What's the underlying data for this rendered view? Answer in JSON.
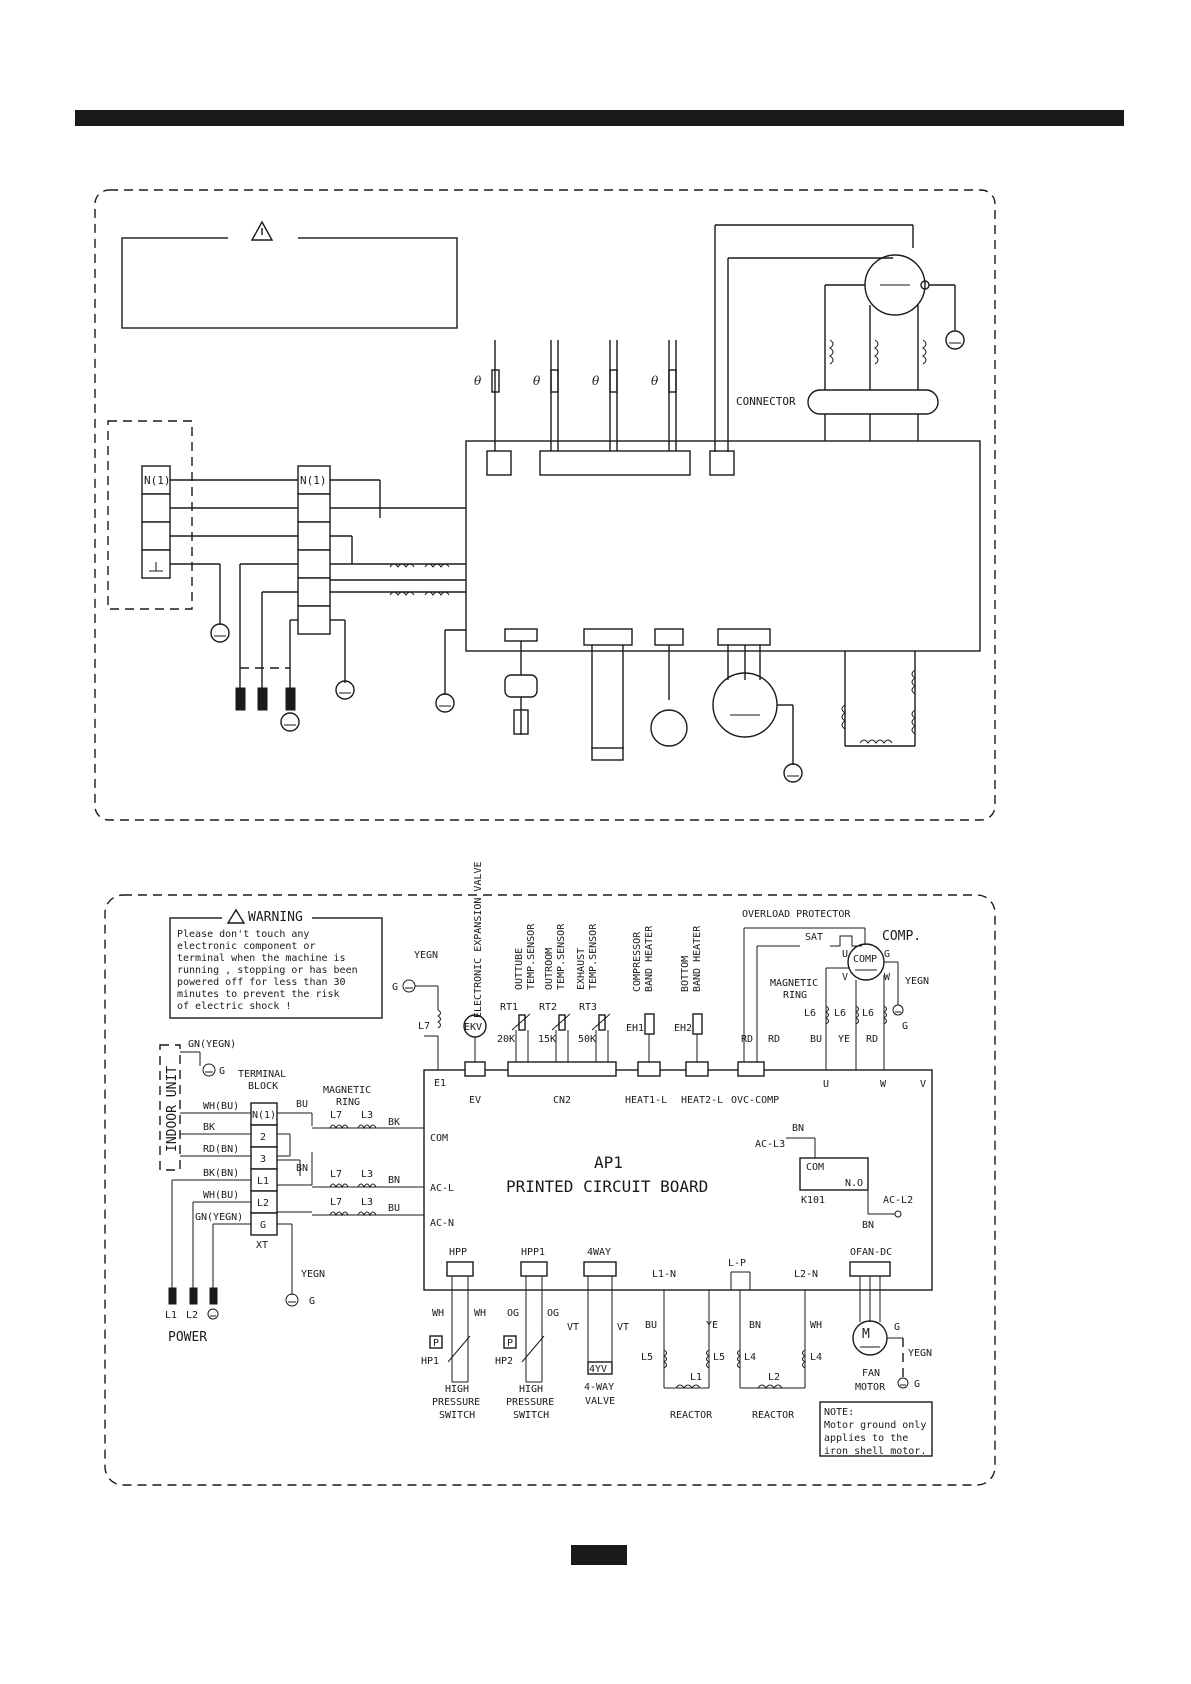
{
  "warning": {
    "title": "WARNING",
    "lines": [
      "Please don't touch any",
      "electronic component or",
      "terminal when the machine is",
      "running , stopping or has been",
      "powered off for less than 30",
      "minutes to prevent the risk",
      "of electric shock !"
    ]
  },
  "upper": {
    "connector": "CONNECTOR",
    "terminal_n1": "N(1)",
    "sensor_symbol": "θ"
  },
  "lower": {
    "indoor_unit": "INDOOR UNIT",
    "gn_yegn_top": "GN(YEGN)",
    "g": "G",
    "terminal_block": [
      "TERMINAL",
      "BLOCK"
    ],
    "magnetic_ring_left": [
      "MAGNETIC",
      "RING"
    ],
    "wire_labels": [
      "WH(BU)",
      "BK",
      "RD(BN)",
      "BK(BN)",
      "WH(BU)",
      "GN(YEGN)"
    ],
    "terminals": [
      "N(1)",
      "2",
      "3",
      "L1",
      "L2",
      "G"
    ],
    "xt": "XT",
    "yegn": "YEGN",
    "power": "POWER",
    "power_terms": [
      "L1",
      "L2"
    ],
    "bu": "BU",
    "bn": "BN",
    "bk": "BK",
    "l7": "L7",
    "l3": "L3",
    "com": "COM",
    "ac_l": "AC-L",
    "ac_n": "AC-N",
    "e1": "E1",
    "ev": "EV",
    "cn2": "CN2",
    "heat1": "HEAT1-L",
    "heat2": "HEAT2-L",
    "ovc": "OVC-COMP",
    "uvwv": [
      "U",
      "W",
      "V"
    ],
    "pcb_title": "AP1",
    "pcb_sub": "PRINTED CIRCUIT BOARD",
    "ekv_label": "ELECTRONIC EXPANSION VALVE",
    "ekv": "EKV",
    "sensors": [
      {
        "label1": "OUTTUBE",
        "label2": "TEMP.SENSOR",
        "id": "RT1",
        "val": "20K"
      },
      {
        "label1": "OUTROOM",
        "label2": "TEMP.SENSOR",
        "id": "RT2",
        "val": "15K"
      },
      {
        "label1": "EXHAUST",
        "label2": "TEMP.SENSOR",
        "id": "RT3",
        "val": "50K"
      }
    ],
    "heater1": {
      "label1": "COMPRESSOR",
      "label2": "BAND HEATER",
      "id": "EH1"
    },
    "heater2": {
      "label1": "BOTTOM",
      "label2": "BAND HEATER",
      "id": "EH2"
    },
    "rd": "RD",
    "overload": "OVERLOAD PROTECTOR",
    "sat": "SAT",
    "comp": "COMP.",
    "comp_inner": "COMP",
    "magnetic_ring_right": [
      "MAGNETIC",
      "RING"
    ],
    "l6": "L6",
    "comp_wires": [
      "BU",
      "YE",
      "RD"
    ],
    "comp_uvw": [
      "U",
      "V",
      "W"
    ],
    "ac_l3": "AC-L3",
    "k101": "K101",
    "no": "N.O",
    "ac_l2": "AC-L2",
    "hpp": "HPP",
    "hpp1": "HPP1",
    "fourway": "4WAY",
    "l1n": "L1-N",
    "lp": "L-P",
    "l2n": "L2-N",
    "ofan": "OFAN-DC",
    "wh": "WH",
    "og": "OG",
    "vt": "VT",
    "ye": "YE",
    "p": "P",
    "hp1": "HP1",
    "hp2": "HP2",
    "hps": [
      "HIGH",
      "PRESSURE",
      "SWITCH"
    ],
    "fouryv": "4YV",
    "fourway_valve": [
      "4-WAY",
      "VALVE"
    ],
    "l5": "L5",
    "l4": "L4",
    "l1": "L1",
    "l2": "L2",
    "reactor": "REACTOR",
    "motor_m": "M",
    "fan_motor": [
      "FAN",
      "MOTOR"
    ],
    "note": [
      "NOTE:",
      "Motor ground only",
      "applies to the",
      "iron shell motor."
    ]
  }
}
